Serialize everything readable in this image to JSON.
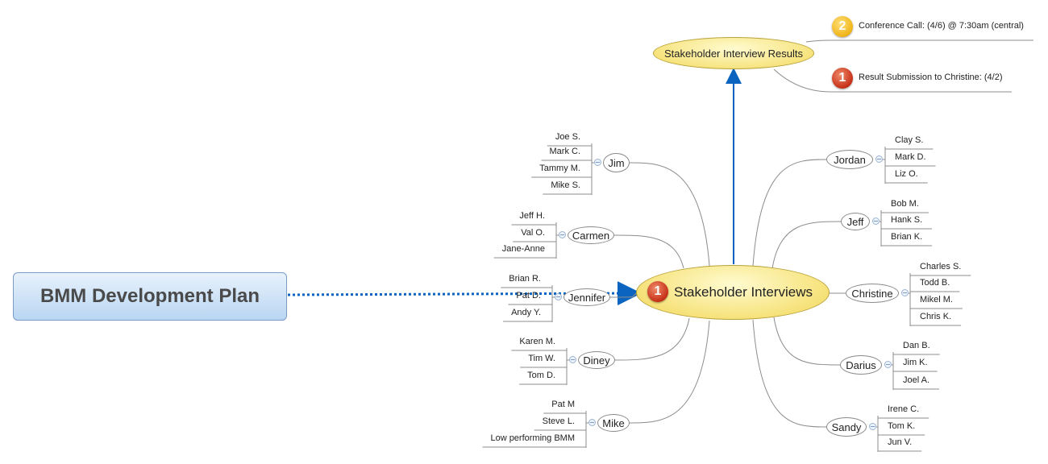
{
  "root": {
    "label": "BMM Development Plan"
  },
  "central": {
    "label": "Stakeholder Interviews",
    "badge": "1"
  },
  "results": {
    "label": "Stakeholder Interview Results",
    "notes": [
      {
        "badge": "2",
        "text": "Conference Call: (4/6) @ 7:30am (central)"
      },
      {
        "badge": "1",
        "text": "Result Submission to Christine: (4/2)"
      }
    ]
  },
  "people_left": [
    {
      "name": "Jim",
      "members": [
        "Joe S.",
        "Mark C.",
        "Tammy M.",
        "Mike S."
      ]
    },
    {
      "name": "Carmen",
      "members": [
        "Jeff H.",
        "Val O.",
        "Jane-Anne"
      ]
    },
    {
      "name": "Jennifer",
      "members": [
        "Brian R.",
        "Pat D.",
        "Andy Y."
      ]
    },
    {
      "name": "Diney",
      "members": [
        "Karen M.",
        "Tim W.",
        "Tom D."
      ]
    },
    {
      "name": "Mike",
      "members": [
        "Pat M",
        "Steve L.",
        "Low performing BMM"
      ]
    }
  ],
  "people_right": [
    {
      "name": "Jordan",
      "members": [
        "Clay S.",
        "Mark D.",
        "Liz O."
      ]
    },
    {
      "name": "Jeff",
      "members": [
        "Bob M.",
        "Hank S.",
        "Brian K."
      ]
    },
    {
      "name": "Christine",
      "members": [
        "Charles S.",
        "Todd B.",
        "Mikel M.",
        "Chris K."
      ]
    },
    {
      "name": "Darius",
      "members": [
        "Dan B.",
        "Jim K.",
        "Joel A."
      ]
    },
    {
      "name": "Sandy",
      "members": [
        "Irene C.",
        "Tom K.",
        "Jun V."
      ]
    }
  ],
  "colors": {
    "link": "#0a64c0",
    "branch": "#8c8c8c"
  }
}
